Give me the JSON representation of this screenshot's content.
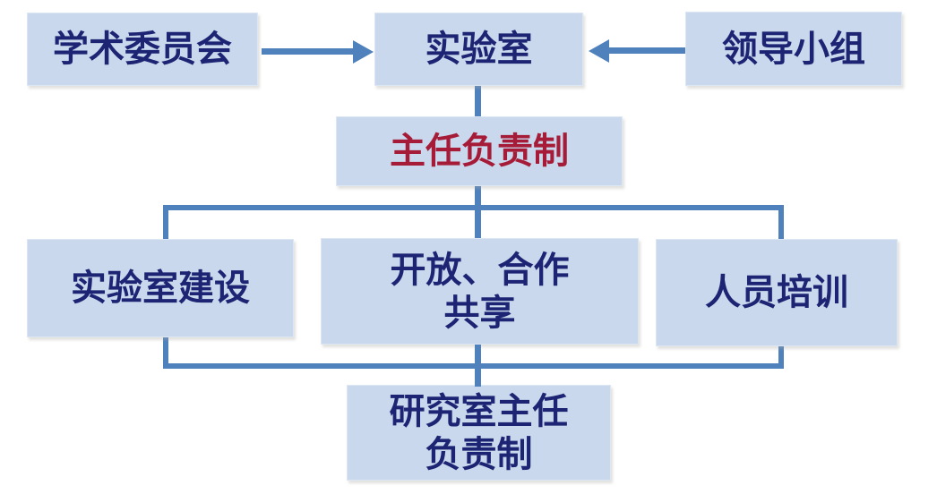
{
  "diagram_title": "Laboratory management structure diagram",
  "colors": {
    "box_fill": "#c9d8ec",
    "box_text_navy": "#1d2473",
    "highlight_text_red": "#a61c38",
    "connector_blue": "#4f81bd",
    "background": "#ffffff"
  },
  "nodes": {
    "academic_committee": {
      "label": "学术委员会"
    },
    "laboratory": {
      "label": "实验室"
    },
    "leading_group": {
      "label": "领导小组"
    },
    "director_responsibility": {
      "label": "主任负责制"
    },
    "lab_construction": {
      "label": "实验室建设"
    },
    "open_cooperation_sharing": {
      "label": "开放、合作\n共享"
    },
    "personnel_training": {
      "label": "人员培训"
    },
    "research_office_director": {
      "label": "研究室主任\n负责制"
    }
  },
  "edges": [
    "academic_committee -> laboratory",
    "leading_group -> laboratory",
    "laboratory - director_responsibility",
    "director_responsibility - lab_construction",
    "director_responsibility - open_cooperation_sharing",
    "director_responsibility - personnel_training",
    "lab_construction - research_office_director",
    "open_cooperation_sharing - research_office_director",
    "personnel_training - research_office_director"
  ]
}
